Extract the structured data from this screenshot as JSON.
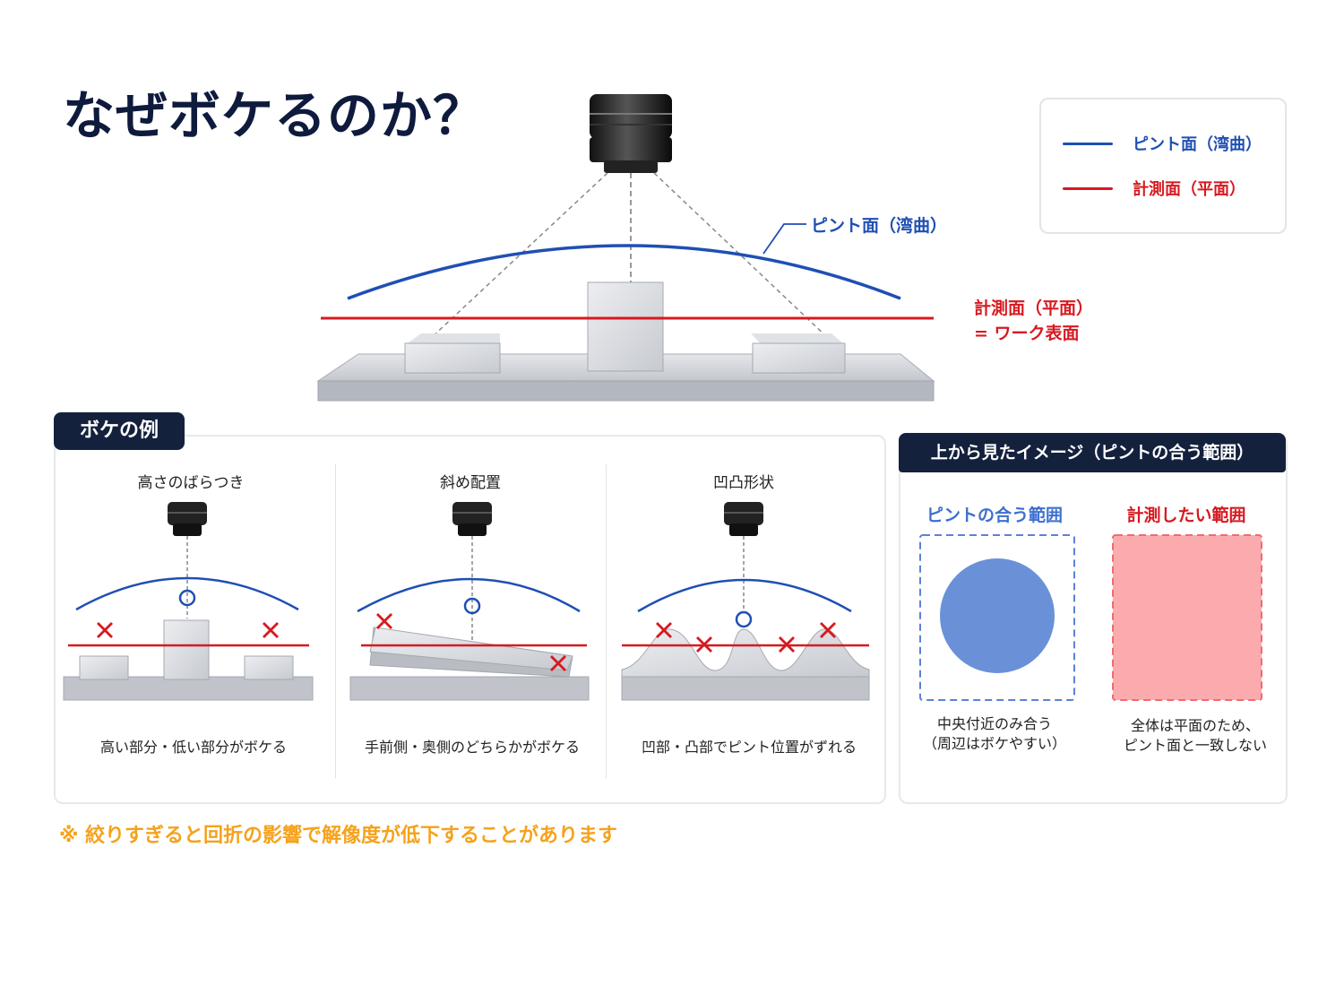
{
  "title": "なぜボケるのか？",
  "legend": {
    "items": [
      {
        "label": "ピント面（湾曲）",
        "color": "#1f4fb3"
      },
      {
        "label": "計測面（平面）",
        "color": "#d71920"
      }
    ]
  },
  "main_diagram": {
    "focus_label": "ピント面（湾曲）",
    "measure_label_line1": "計測面（平面）",
    "measure_label_line2": "= ワーク表面"
  },
  "examples": {
    "tag": "ボケの例",
    "items": [
      {
        "title": "高さのばらつき",
        "desc": "高い部分・低い部分がボケる"
      },
      {
        "title": "斜め配置",
        "desc": "手前側・奥側のどちらかがボケる"
      },
      {
        "title": "凹凸形状",
        "desc": "凹部・凸部でピント位置がずれる"
      }
    ]
  },
  "top_view": {
    "tag": "上から見たイメージ（ピントの合う範囲）",
    "focus_range": {
      "label": "ピントの合う範囲",
      "desc_line1": "中央付近のみ合う",
      "desc_line2": "（周辺はボケやすい）"
    },
    "measure_range": {
      "label": "計測したい範囲",
      "desc_line1": "全体は平面のため、",
      "desc_line2": "ピント面と一致しない"
    }
  },
  "footnote": "※ 絞りすぎると回折の影響で解像度が低下することがあります",
  "colors": {
    "blue": "#1f4fb3",
    "red": "#d71920",
    "navy": "#14213d",
    "orange": "#f5a21b"
  }
}
